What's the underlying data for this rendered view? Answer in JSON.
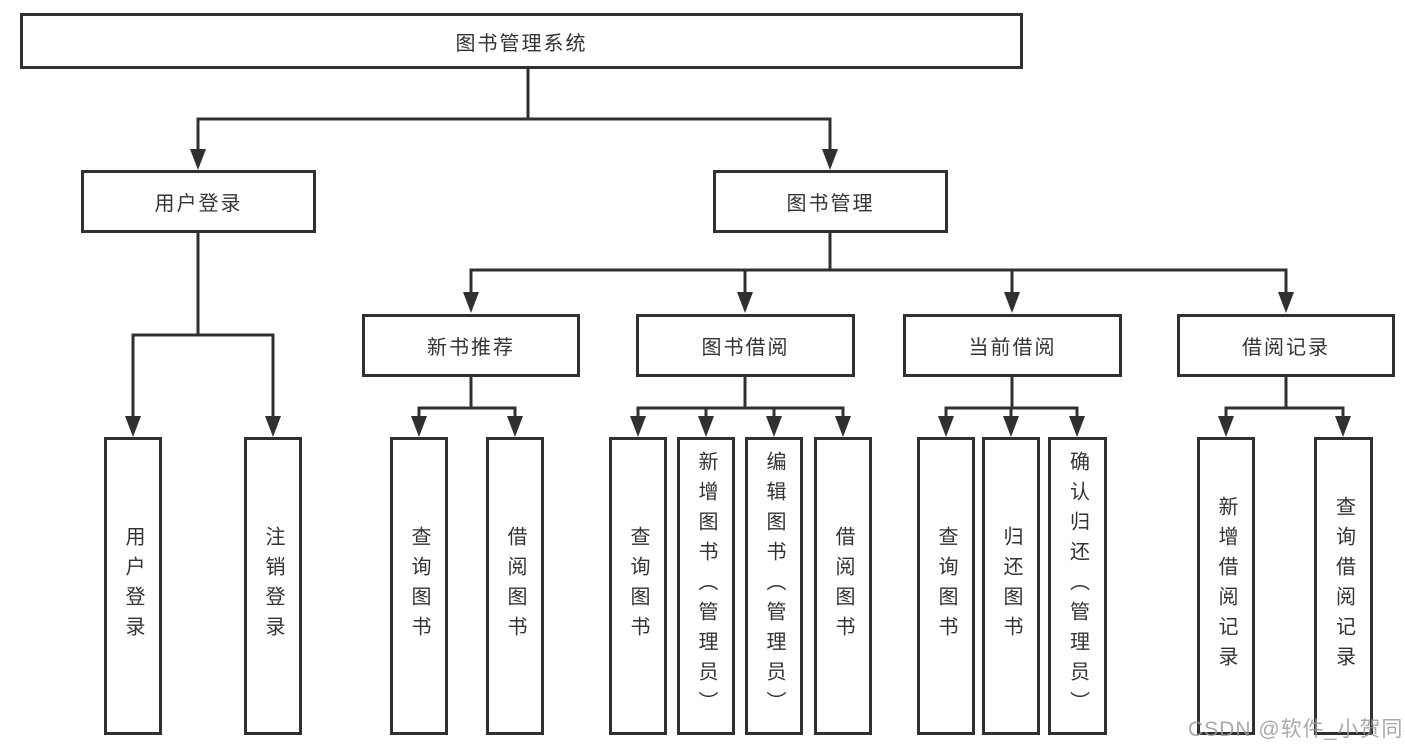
{
  "diagram": {
    "tree": {
      "label": "图书管理系统",
      "children": [
        {
          "label": "用户登录",
          "children": [
            {
              "label": "用户登录"
            },
            {
              "label": "注销登录"
            }
          ]
        },
        {
          "label": "图书管理",
          "children": [
            {
              "label": "新书推荐",
              "children": [
                {
                  "label": "查询图书"
                },
                {
                  "label": "借阅图书"
                }
              ]
            },
            {
              "label": "图书借阅",
              "children": [
                {
                  "label": "查询图书"
                },
                {
                  "label": "新增图书（管理员）"
                },
                {
                  "label": "编辑图书（管理员）"
                },
                {
                  "label": "借阅图书"
                }
              ]
            },
            {
              "label": "当前借阅",
              "children": [
                {
                  "label": "查询图书"
                },
                {
                  "label": "归还图书"
                },
                {
                  "label": "确认归还（管理员）"
                }
              ]
            },
            {
              "label": "借阅记录",
              "children": [
                {
                  "label": "新增借阅记录"
                },
                {
                  "label": "查询借阅记录"
                }
              ]
            }
          ]
        }
      ]
    },
    "colors": {
      "line": "#303030",
      "text": "#333333",
      "watermark": "#9b9b9b",
      "background": "#ffffff"
    }
  },
  "watermark": {
    "text": "CSDN @软件_小贺同学"
  }
}
